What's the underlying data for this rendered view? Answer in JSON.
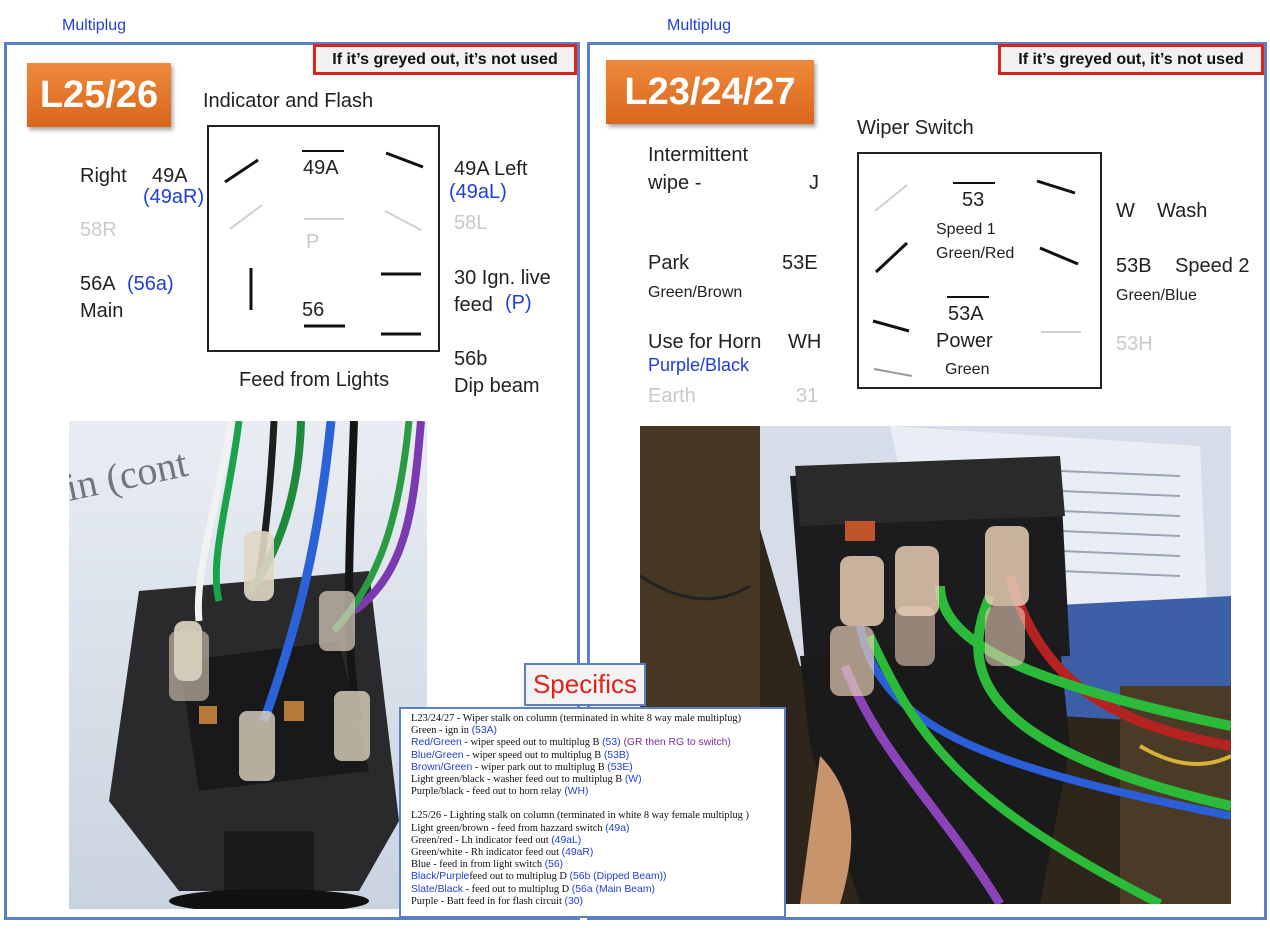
{
  "left": {
    "title": "Multiplug",
    "tag": "L25/26",
    "note": "If it’s greyed out, it’s not used",
    "diagram_title": "Indicator and Flash",
    "right_label": "Right",
    "term_49a": "49A",
    "term_49ar": "(49aR)",
    "box_49a": "49A",
    "left_label": "49A Left",
    "term_49al": "(49aL)",
    "r58": "58R",
    "l58": "58L",
    "p": "P",
    "a56": "56A",
    "a56b": "(56a)",
    "main": "Main",
    "box_56": "56",
    "ign1": "30 Ign. live",
    "ign2": "feed",
    "ign_p": "(P)",
    "b56": "56b",
    "dip": "Dip beam",
    "feed": "Feed from Lights"
  },
  "right": {
    "title": "Multiplug",
    "tag": "L23/24/27",
    "note": "If it’s greyed out, it’s not used",
    "diagram_title": "Wiper Switch",
    "inter1": "Intermittent",
    "inter2": "wipe -",
    "j": "J",
    "w": "W",
    "wash": "Wash",
    "park": "Park",
    "e53": "53E",
    "park_col": "Green/Brown",
    "b53": "53B",
    "speed2": "Speed 2",
    "speed2_col": "Green/Blue",
    "horn": "Use for Horn",
    "wh": "WH",
    "horn_col": "Purple/Black",
    "h53": "53H",
    "earth": "Earth",
    "n31": "31",
    "box_53": "53",
    "speed1": "Speed 1",
    "speed1_col": "Green/Red",
    "box_53a": "53A",
    "power": "Power",
    "power_col": "Green"
  },
  "specifics": {
    "title": "Specifics",
    "l1": "L23/24/27 - Wiper stalk on column (terminated in white 8 way  male multiplug)",
    "l2a": "Green - ign in ",
    "l2b": "(53A)",
    "l3a": "Red/Green",
    "l3b": " - wiper speed out to multiplug B ",
    "l3c": "(53)",
    "l3d": " (GR then RG to switch)",
    "l4a": "Blue/Green",
    "l4b": " - wiper speed out to multiplug B ",
    "l4c": "(53B)",
    "l5a": "Brown/Green",
    "l5b": " - wiper park out to multiplug B ",
    "l5c": "(53E)",
    "l6a": "Light green/black - washer feed out to multiplug B ",
    "l6b": "(W)",
    "l7a": "Purple/black - feed out to horn relay ",
    "l7b": "(WH)",
    "l8": "L25/26 -  Lighting stalk on column (terminated in white 8 way female multiplug )",
    "l9a": "Light green/brown - feed from hazzard switch ",
    "l9b": "(49a)",
    "l10a": "Green/red - Lh indicator feed out ",
    "l10b": "(49aL)",
    "l11a": "Green/white - Rh indicator feed out ",
    "l11b": "(49aR)",
    "l12a": "Blue - feed in from light switch ",
    "l12b": "(56)",
    "l13a": "Black/Purple",
    "l13b": "feed out to multiplug D ",
    "l13c": "(56b (Dipped Beam))",
    "l14a": "Slate/Black",
    "l14b": " - feed out to multiplug D ",
    "l14c": "(56a (Main Beam)",
    "l15a": "Purple - Batt feed in for flash circuit ",
    "l15b": "(30)"
  }
}
